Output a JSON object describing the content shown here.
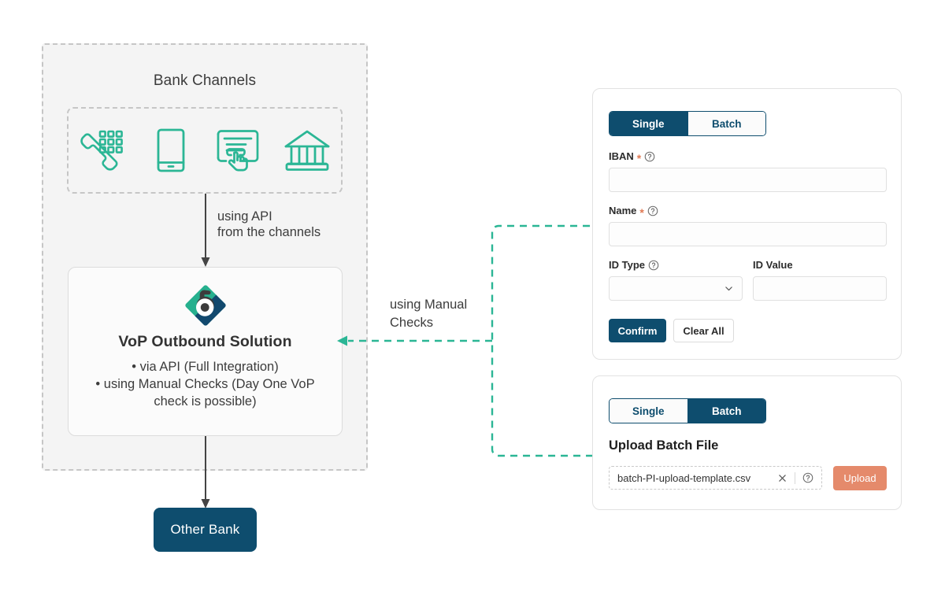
{
  "colors": {
    "teal": "#2bb695",
    "navy": "#0e4d6e",
    "coral": "#e58a6b",
    "dash_gray": "#c6c6c6",
    "panel_bg": "#f4f4f4",
    "text_dark": "#3c3c3c"
  },
  "diagram": {
    "bank_channels_title": "Bank Channels",
    "channels": [
      {
        "name": "phone-keypad-icon",
        "label": "Phone banking"
      },
      {
        "name": "mobile-phone-icon",
        "label": "Mobile banking"
      },
      {
        "name": "online-form-click-icon",
        "label": "Online banking"
      },
      {
        "name": "bank-building-icon",
        "label": "Branch"
      }
    ],
    "api_label_line1": "using API",
    "api_label_line2": "from the channels",
    "vop": {
      "logo_name": "vop-brand-logo",
      "title": "VoP Outbound Solution",
      "bullets": [
        "• via API (Full Integration)",
        "• using Manual Checks (Day One VoP",
        "check is possible)"
      ]
    },
    "manual_label_line1": "using Manual",
    "manual_label_line2": "Checks",
    "other_bank_label": "Other Bank"
  },
  "single_card": {
    "tabs": [
      {
        "label": "Single",
        "active": true
      },
      {
        "label": "Batch",
        "active": false
      }
    ],
    "fields": {
      "iban": {
        "label": "IBAN",
        "required": true,
        "has_help": true,
        "value": "",
        "placeholder": ""
      },
      "name": {
        "label": "Name",
        "required": true,
        "has_help": true,
        "value": "",
        "placeholder": ""
      },
      "id_type": {
        "label": "ID Type",
        "required": false,
        "has_help": true,
        "value": "",
        "placeholder": ""
      },
      "id_value": {
        "label": "ID Value",
        "required": false,
        "has_help": false,
        "value": "",
        "placeholder": ""
      }
    },
    "buttons": {
      "confirm": "Confirm",
      "clear_all": "Clear All"
    }
  },
  "batch_card": {
    "tabs": [
      {
        "label": "Single",
        "active": false
      },
      {
        "label": "Batch",
        "active": true
      }
    ],
    "upload_title": "Upload Batch File",
    "file_name": "batch-PI-upload-template.csv",
    "upload_button": "Upload"
  }
}
